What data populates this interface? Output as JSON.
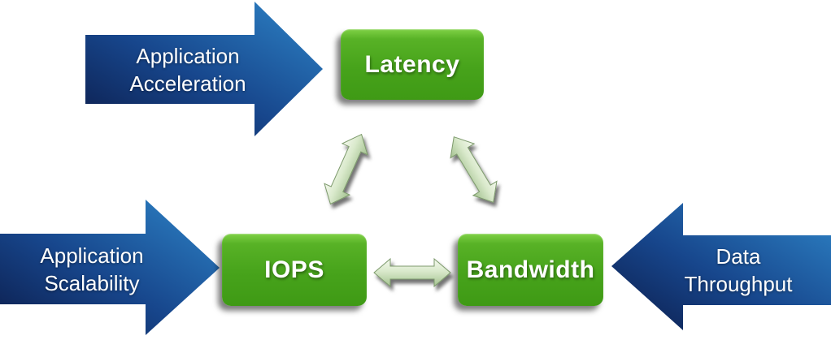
{
  "colors": {
    "arrow_blue_dark": "#0c1c4a",
    "arrow_blue_light": "#2e85c8",
    "node_green_hi": "#7fd146",
    "node_green": "#47a31b",
    "node_green_dark": "#3f9a15",
    "connector_light": "#f4f8ee",
    "connector_mid": "#d9e9cb",
    "connector_dark": "#a3c18f",
    "label_text": "#ffffff"
  },
  "nodes": {
    "latency": {
      "label": "Latency"
    },
    "iops": {
      "label": "IOPS"
    },
    "bandwidth": {
      "label": "Bandwidth"
    }
  },
  "drivers": {
    "acceleration": {
      "label": "Application\nAcceleration"
    },
    "scalability": {
      "label": "Application\nScalability"
    },
    "throughput": {
      "label": "Data\nThroughput"
    }
  }
}
